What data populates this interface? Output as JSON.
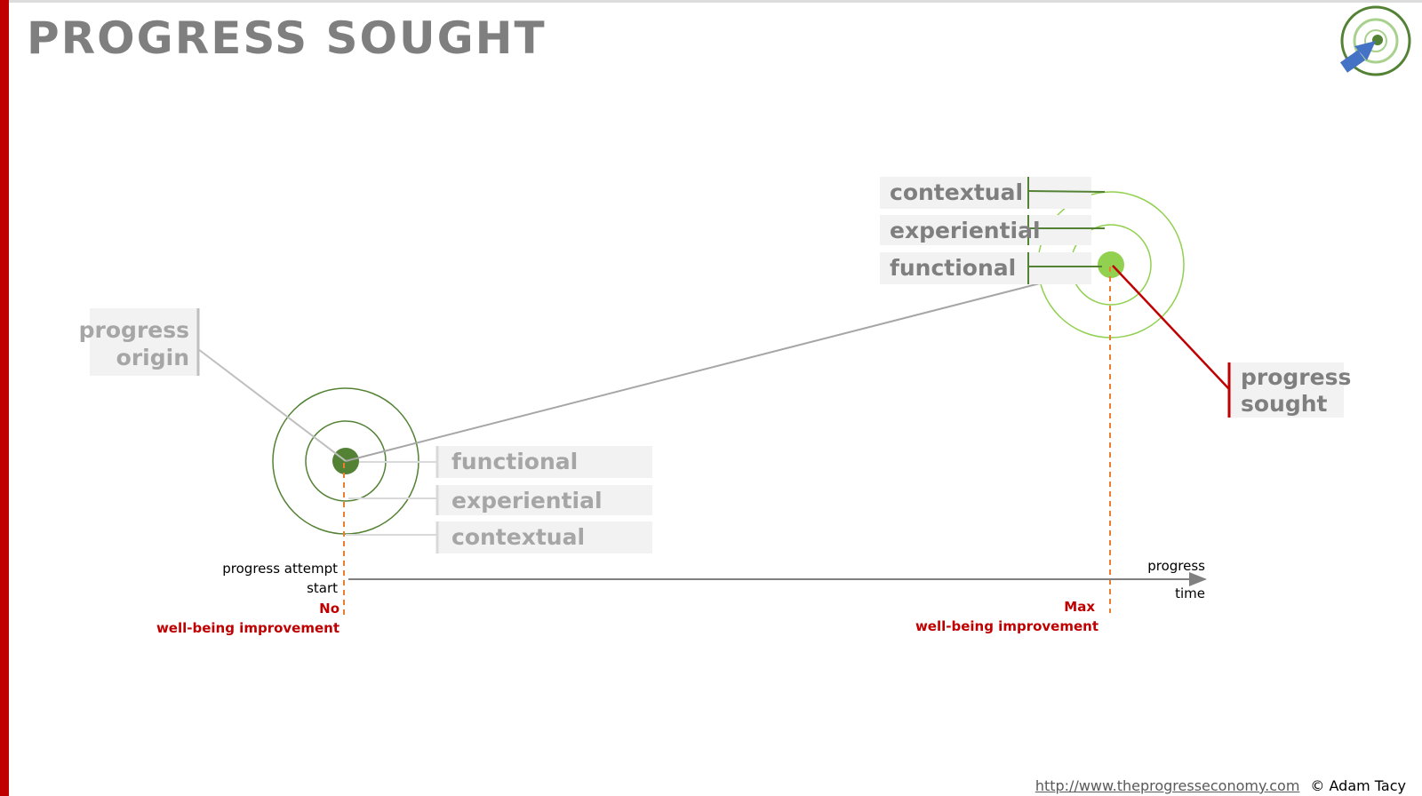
{
  "slide": {
    "title": "PROGRESS SOUGHT"
  },
  "origin": {
    "label_line1": "progress",
    "label_line2": "origin",
    "layers": [
      "functional",
      "experiential",
      "contextual"
    ]
  },
  "sought": {
    "label_line1": "progress",
    "label_line2": "sought",
    "layers": [
      "contextual",
      "experiential",
      "functional"
    ]
  },
  "axis": {
    "label_top": "progress",
    "label_bottom": "time",
    "start_line1": "progress attempt",
    "start_line2": "start",
    "start_status1": "No",
    "start_status2": "well-being improvement",
    "end_status1": "Max",
    "end_status2": "well-being improvement"
  },
  "footer": {
    "url": "http://www.theprogresseconomy.com",
    "copyright": "© Adam Tacy"
  },
  "colors": {
    "accent_red": "#c00000",
    "dark_green": "#548235",
    "light_green": "#92d050",
    "orange_dash": "#ed7d31",
    "grey_text": "#a6a6a6",
    "title_grey": "#7f7f7f",
    "blue_arrow": "#4472c4"
  },
  "icons": [
    "target-logo-icon"
  ]
}
